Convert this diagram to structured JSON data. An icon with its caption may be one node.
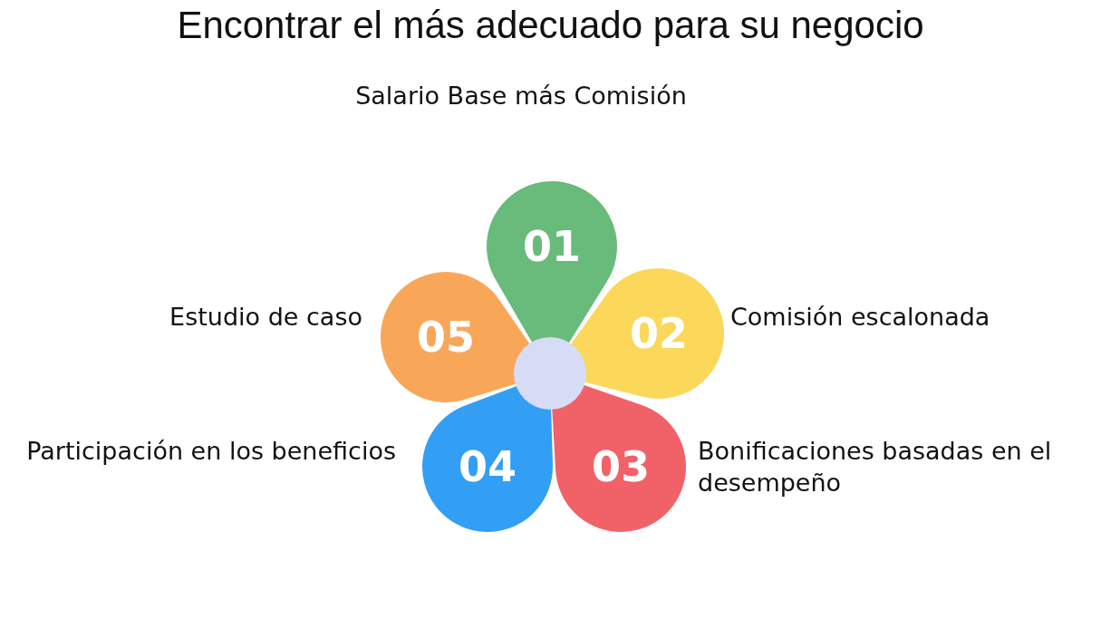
{
  "diagram": {
    "title": "Encontrar el más adecuado para su negocio",
    "nodes": [
      {
        "text": [
          "01"
        ],
        "beside": [
          "Salario Base más Comisión"
        ]
      },
      {
        "text": [
          "02"
        ],
        "beside": [
          "Comisión escalonada"
        ]
      },
      {
        "text": [
          "03"
        ],
        "beside": [
          "Bonificaciones basadas en el desempeño"
        ]
      },
      {
        "text": [
          "04"
        ],
        "beside": [
          "Participación en los beneficios"
        ]
      },
      {
        "text": [
          "05"
        ],
        "beside": [
          "Estudio de caso"
        ]
      },
      {
        "text": [],
        "shape": "circle"
      }
    ]
  }
}
